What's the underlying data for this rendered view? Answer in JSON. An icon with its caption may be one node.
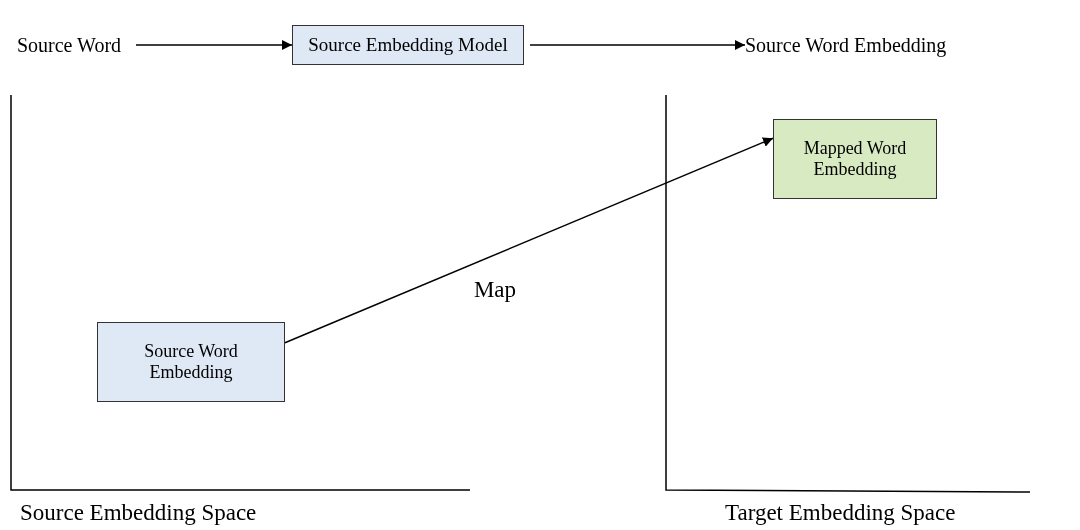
{
  "diagram": {
    "nodes": [
      {
        "text": [
          "Source Word"
        ]
      },
      {
        "text": [
          "Source Embedding Model"
        ]
      },
      {
        "text": [
          "Source Word Embedding"
        ]
      },
      {
        "text": [
          "Source Word Embedding"
        ]
      },
      {
        "text": [
          "Mapped Word Embedding"
        ]
      }
    ],
    "edges": [
      {
        "from": 0,
        "to": 1,
        "arrow": "to"
      },
      {
        "from": 1,
        "to": 2,
        "arrow": "to"
      },
      {
        "from": 3,
        "to": 4,
        "label": "Map",
        "arrow": "to"
      }
    ],
    "labels": [
      "Source Embedding Space",
      "Target Embedding Space"
    ]
  }
}
